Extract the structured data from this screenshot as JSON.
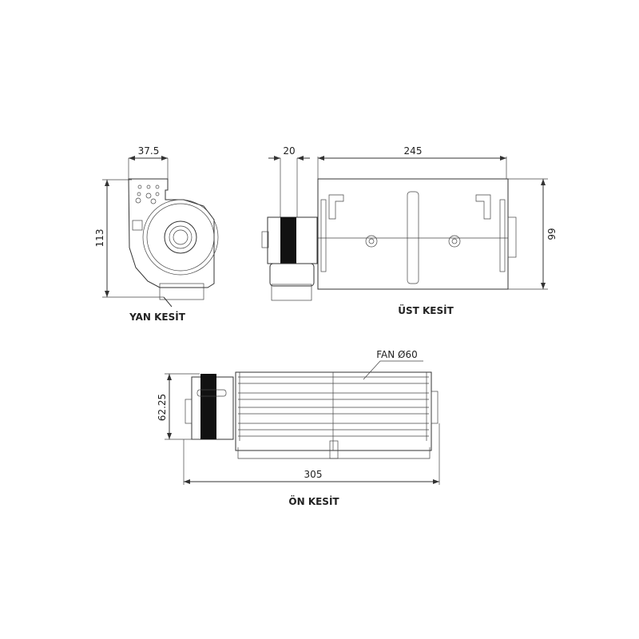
{
  "side_view": {
    "label": "YAN KESİT",
    "width_dim": "37.5",
    "height_dim": "113"
  },
  "top_view": {
    "label": "ÜST KESİT",
    "motor_dim": "20",
    "length_dim": "245",
    "height_dim": "99"
  },
  "front_view": {
    "label": "ÖN KESİT",
    "fan_label": "FAN Ø60",
    "height_dim": "62.25",
    "total_length_dim": "305"
  },
  "colors": {
    "line": "#333333",
    "motor_coil": "#111111"
  }
}
